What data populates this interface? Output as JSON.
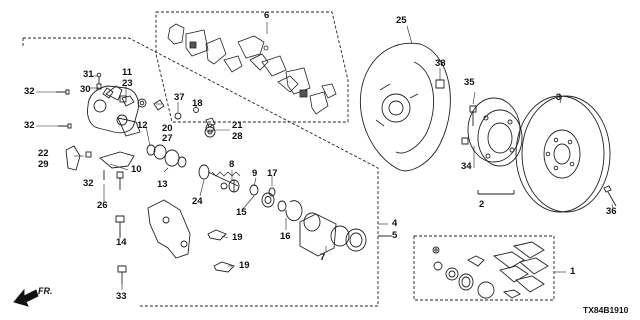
{
  "diagram_code": "TX84B1910",
  "direction_label": "FR.",
  "callouts": {
    "c1": "1",
    "c2": "2",
    "c3": "3",
    "c4": "4",
    "c5": "5",
    "c6": "6",
    "c7": "7",
    "c8": "8",
    "c9": "9",
    "c10": "10",
    "c11": "11",
    "c12": "12",
    "c13": "13",
    "c14": "14",
    "c15": "15",
    "c16": "16",
    "c17": "17",
    "c18": "18",
    "c19a": "19",
    "c19b": "19",
    "c20": "20",
    "c21": "21",
    "c22": "22",
    "c23": "23",
    "c24": "24",
    "c25": "25",
    "c26": "26",
    "c27": "27",
    "c28": "28",
    "c29": "29",
    "c30": "30",
    "c31": "31",
    "c32a": "32",
    "c32b": "32",
    "c32c": "32",
    "c33": "33",
    "c34": "34",
    "c35": "35",
    "c36": "36",
    "c37": "37",
    "c38": "38"
  }
}
